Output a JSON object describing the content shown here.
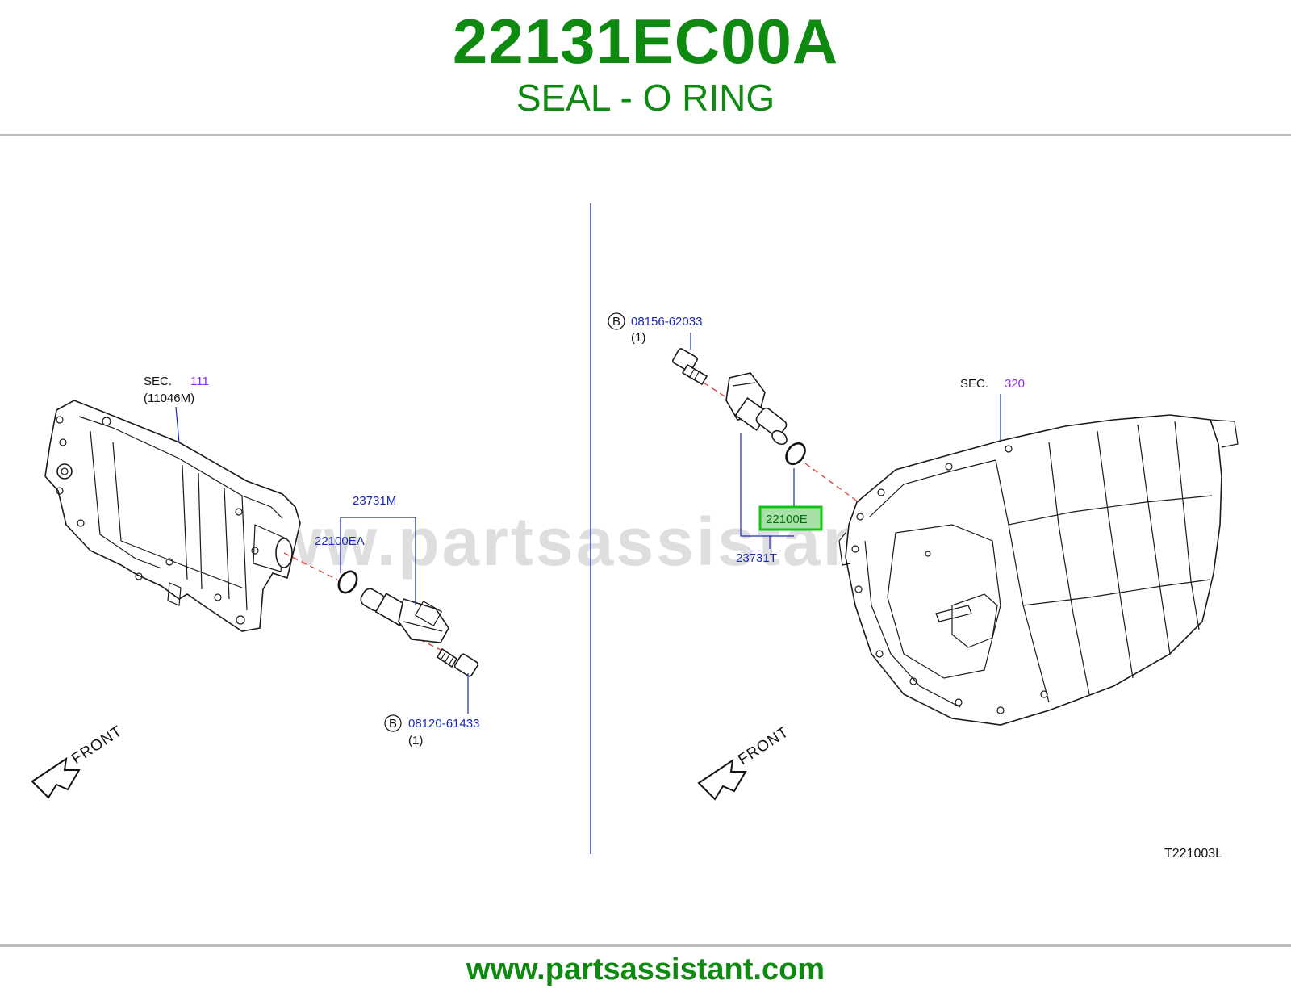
{
  "header": {
    "part_number": "22131EC00A",
    "part_name": "SEAL - O RING"
  },
  "colors": {
    "brand_green": "#0e8a10",
    "label_blue": "#1b2ab4",
    "section_purple": "#8a2be2",
    "highlight_green": "#2ecc40",
    "dash_red": "#e0403a"
  },
  "watermark": "www.partsassistant.com",
  "left_diagram": {
    "sec_label": "SEC.",
    "sec_number": "111",
    "sec_ref": "(11046M)",
    "sensor_label": "23731M",
    "oring_label": "22100EA",
    "bolt_badge": "B",
    "bolt_label": "08120-61433",
    "bolt_qty": "(1)",
    "front_label": "FRONT"
  },
  "right_diagram": {
    "bolt_badge": "B",
    "bolt_label": "08156-62033",
    "bolt_qty": "(1)",
    "sec_label": "SEC.",
    "sec_number": "320",
    "oring_label": "22100E",
    "sensor_label": "23731T",
    "front_label": "FRONT",
    "diagram_code": "T221003L"
  },
  "footer": {
    "url": "www.partsassistant.com"
  }
}
